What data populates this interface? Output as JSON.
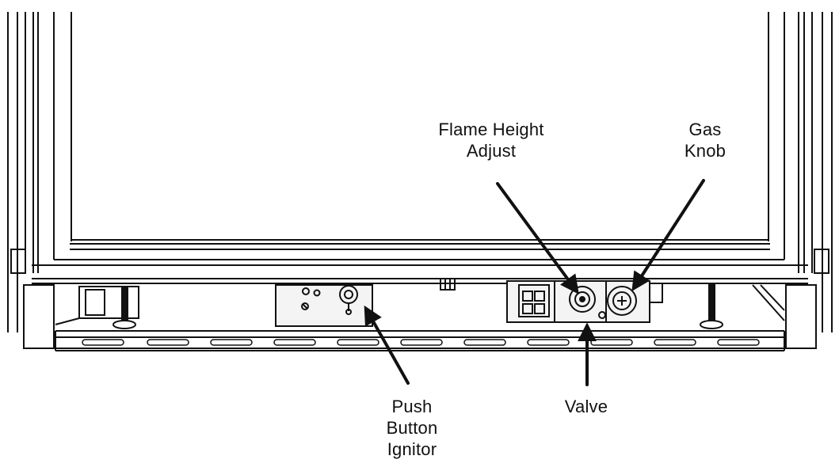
{
  "labels": {
    "flame_height_adjust": {
      "line1": "Flame Height",
      "line2": "Adjust"
    },
    "gas_knob": {
      "line1": "Gas",
      "line2": "Knob"
    },
    "push_button_ignitor": {
      "line1": "Push",
      "line2": "Button",
      "line3": "Ignitor"
    },
    "valve": {
      "line1": "Valve"
    }
  },
  "colors": {
    "line": "#111111",
    "background": "#ffffff",
    "panel": "#f4f4f4"
  }
}
